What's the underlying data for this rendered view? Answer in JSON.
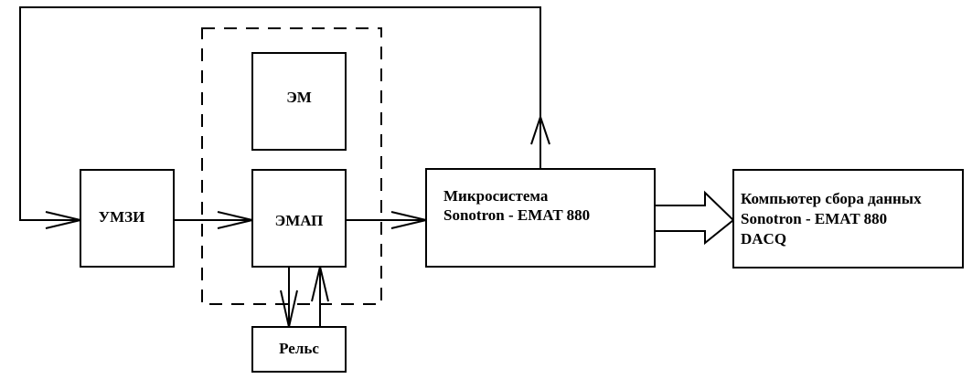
{
  "blocks": {
    "em": "ЭМ",
    "umzi": "УМЗИ",
    "emap": "ЭМАП",
    "rail": "Рельс",
    "micro": [
      "Микросистема",
      "Sonotron - EMAT 880"
    ],
    "computer": [
      "Компьютер сбора данных",
      "Sonotron - EMAT 880",
      "DACQ"
    ]
  },
  "colors": {
    "stroke": "#000000",
    "background": "#ffffff"
  }
}
